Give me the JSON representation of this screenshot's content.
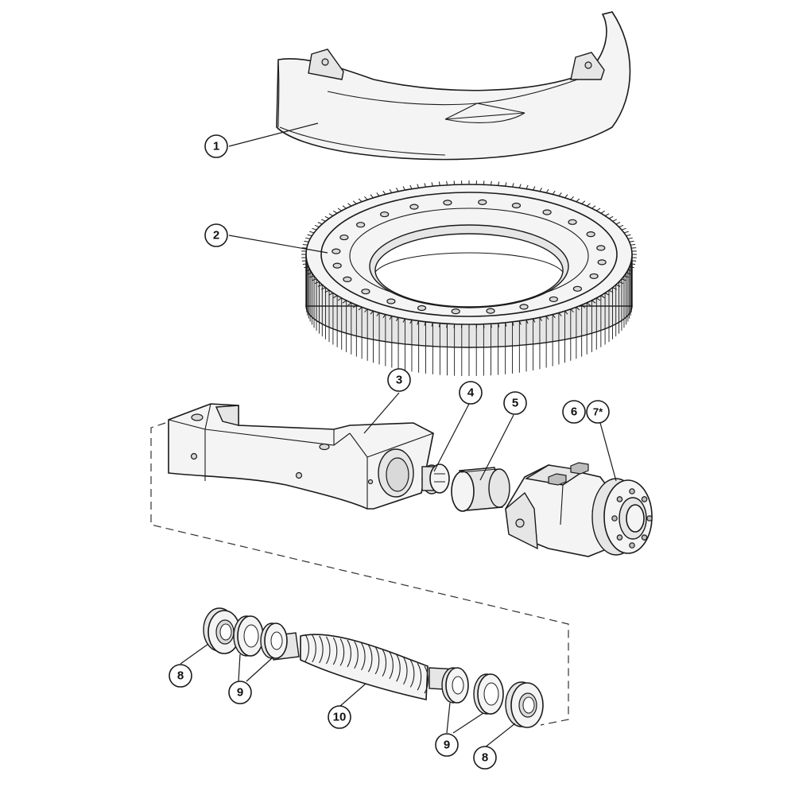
{
  "callouts": {
    "c1": "1",
    "c2": "2",
    "c3": "3",
    "c4": "4",
    "c5": "5",
    "c6": "6",
    "c7": "7*",
    "c8a": "8",
    "c8b": "8",
    "c9a": "9",
    "c9b": "9",
    "c10": "10"
  }
}
